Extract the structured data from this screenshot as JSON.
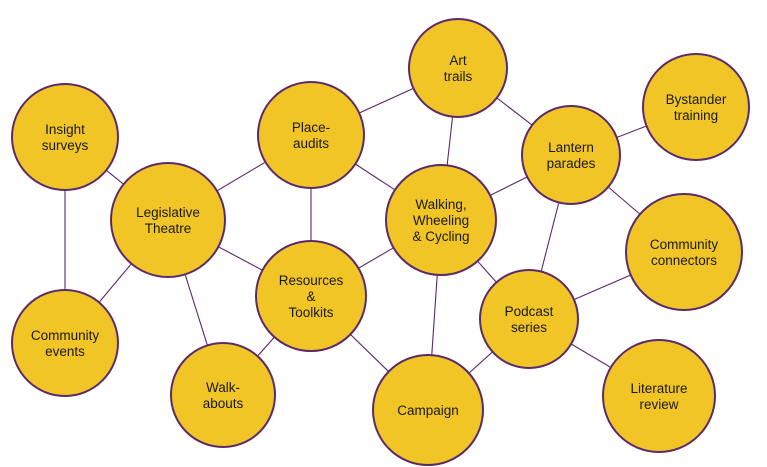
{
  "colors": {
    "node_fill": "#f1c526",
    "node_stroke": "#5b2a6b",
    "edge": "#5b2a6b",
    "text": "#1a1a1a",
    "background": "#ffffff"
  },
  "nodes": [
    {
      "id": "insight-surveys",
      "lines": [
        "Insight",
        "surveys"
      ]
    },
    {
      "id": "legislative-theatre",
      "lines": [
        "Legislative",
        "Theatre"
      ]
    },
    {
      "id": "community-events",
      "lines": [
        "Community",
        "events"
      ]
    },
    {
      "id": "place-audits",
      "lines": [
        "Place-",
        "audits"
      ]
    },
    {
      "id": "art-trails",
      "lines": [
        "Art",
        "trails"
      ]
    },
    {
      "id": "bystander-training",
      "lines": [
        "Bystander",
        "training"
      ]
    },
    {
      "id": "lantern-parades",
      "lines": [
        "Lantern",
        "parades"
      ]
    },
    {
      "id": "walking-wheeling-cycling",
      "lines": [
        "Walking,",
        "Wheeling",
        "& Cycling"
      ]
    },
    {
      "id": "resources-toolkits",
      "lines": [
        "Resources",
        "&",
        "Toolkits"
      ]
    },
    {
      "id": "community-connectors",
      "lines": [
        "Community",
        "connectors"
      ]
    },
    {
      "id": "podcast-series",
      "lines": [
        "Podcast",
        "series"
      ]
    },
    {
      "id": "walk-abouts",
      "lines": [
        "Walk-",
        "abouts"
      ]
    },
    {
      "id": "campaign",
      "lines": [
        "Campaign"
      ]
    },
    {
      "id": "literature-review",
      "lines": [
        "Literature",
        "review"
      ]
    }
  ],
  "edges": [
    [
      "insight-surveys",
      "legislative-theatre"
    ],
    [
      "insight-surveys",
      "community-events"
    ],
    [
      "legislative-theatre",
      "community-events"
    ],
    [
      "legislative-theatre",
      "place-audits"
    ],
    [
      "legislative-theatre",
      "resources-toolkits"
    ],
    [
      "legislative-theatre",
      "walk-abouts"
    ],
    [
      "place-audits",
      "art-trails"
    ],
    [
      "place-audits",
      "resources-toolkits"
    ],
    [
      "place-audits",
      "walking-wheeling-cycling"
    ],
    [
      "art-trails",
      "walking-wheeling-cycling"
    ],
    [
      "art-trails",
      "lantern-parades"
    ],
    [
      "bystander-training",
      "lantern-parades"
    ],
    [
      "lantern-parades",
      "walking-wheeling-cycling"
    ],
    [
      "lantern-parades",
      "podcast-series"
    ],
    [
      "lantern-parades",
      "community-connectors"
    ],
    [
      "walking-wheeling-cycling",
      "resources-toolkits"
    ],
    [
      "walking-wheeling-cycling",
      "podcast-series"
    ],
    [
      "walking-wheeling-cycling",
      "campaign"
    ],
    [
      "resources-toolkits",
      "walk-abouts"
    ],
    [
      "resources-toolkits",
      "campaign"
    ],
    [
      "podcast-series",
      "community-connectors"
    ],
    [
      "podcast-series",
      "campaign"
    ],
    [
      "podcast-series",
      "literature-review"
    ]
  ]
}
